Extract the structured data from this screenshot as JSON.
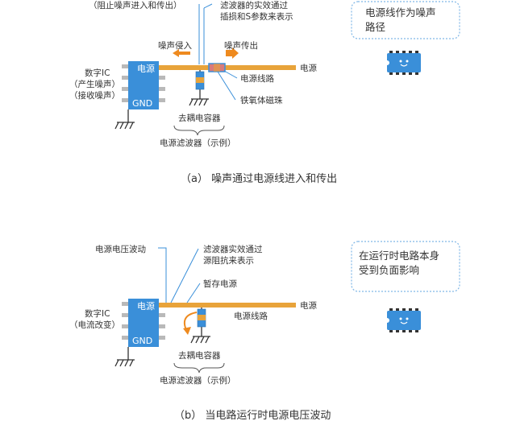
{
  "colors": {
    "power_line": "#e8a33a",
    "ic_fill": "#3a8fd9",
    "leader": "#3a8fd9",
    "arrow": "#ee8a1f",
    "pin": "#b9b9b9",
    "ferrite": "#d87b7b",
    "bubble_border": "#7fb6e6",
    "text": "#333333"
  },
  "icons": {
    "ic": "ic-chip-icon",
    "ground": "ground-icon",
    "capacitor": "capacitor-icon",
    "ferrite": "ferrite-bead-icon",
    "mascot": "smiling-chip-icon"
  },
  "panel_a": {
    "label_block_note": "（阻止噪声进入和传出）",
    "filter_note_line1": "滤波器的实效通过",
    "filter_note_line2": "插损和S参数来表示",
    "noise_in": "噪声侵入",
    "noise_out": "噪声传出",
    "power_label": "电源",
    "power_line_label": "电源线路",
    "ferrite_label": "铁氧体磁珠",
    "ic_name": "电源",
    "ic_gnd": "GND",
    "ic_desc_1": "数字IC",
    "ic_desc_2": "（产生噪声）",
    "ic_desc_3": "（接收噪声）",
    "decoupling_cap": "去耦电容器",
    "filter_example": "电源滤波器（示例）",
    "bubble_line1": "电源线作为噪声",
    "bubble_line2": "路径",
    "caption": "（a） 噪声通过电源线进入和传出"
  },
  "panel_b": {
    "voltage_fluct": "电源电压波动",
    "filter_note_line1": "滤波器实效通过",
    "filter_note_line2": "源阻抗来表示",
    "temp_power": "暂存电源",
    "power_label": "电源",
    "power_line_label": "电源线路",
    "ic_name": "电源",
    "ic_gnd": "GND",
    "ic_desc_1": "数字IC",
    "ic_desc_2": "（电流改变）",
    "decoupling_cap": "去耦电容器",
    "filter_example": "电源滤波器（示例）",
    "bubble_line1": "在运行时电路本身",
    "bubble_line2": "受到负面影响",
    "caption": "（b） 当电路运行时电源电压波动"
  }
}
